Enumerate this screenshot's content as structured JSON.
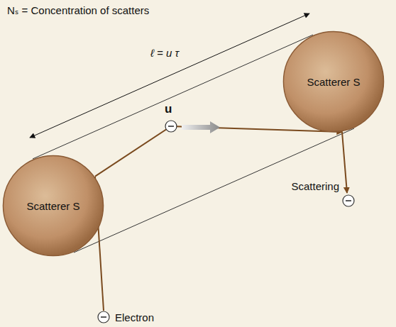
{
  "diagram": {
    "nodes": [
      {
        "text": [
          "Scatterer S"
        ]
      },
      {
        "text": [
          "Scatterer S"
        ]
      }
    ],
    "edges": [
      {
        "from": 0,
        "to": 1,
        "arrow": "to"
      }
    ],
    "labels": [
      "Nₛ = Concentration of scatters",
      "ℓ = u τ",
      "u",
      "Scattering",
      "Electron"
    ]
  }
}
